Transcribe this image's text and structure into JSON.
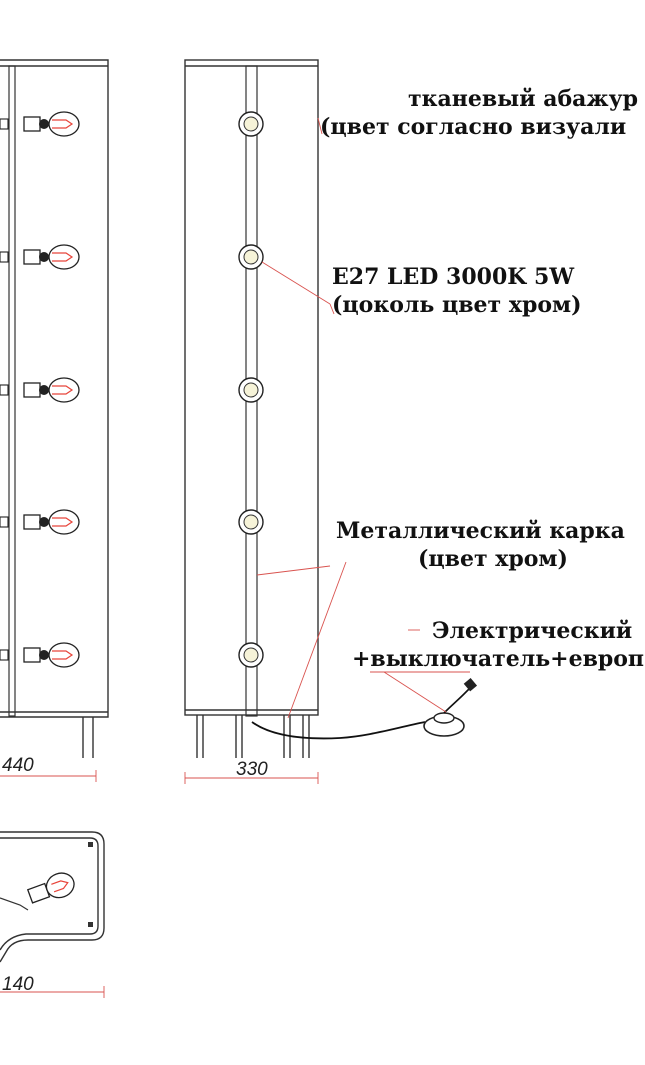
{
  "labels": {
    "shade_line1": "тканевый абажур",
    "shade_line2": "(цвет согласно визуали",
    "bulb_line1": "E27 LED 3000K 5W",
    "bulb_line2": "(цоколь цвет хром)",
    "frame_line1": "Металлический карка",
    "frame_line2": "(цвет хром)",
    "electric_line1": "Электрический",
    "electric_line2": "+выключатель+европ"
  },
  "dimensions": {
    "front_width": "440",
    "side_width": "330",
    "top_width": "140"
  },
  "colors": {
    "outline": "#333333",
    "leader": "#d9534f",
    "bulb_filament": "#e8443a"
  }
}
